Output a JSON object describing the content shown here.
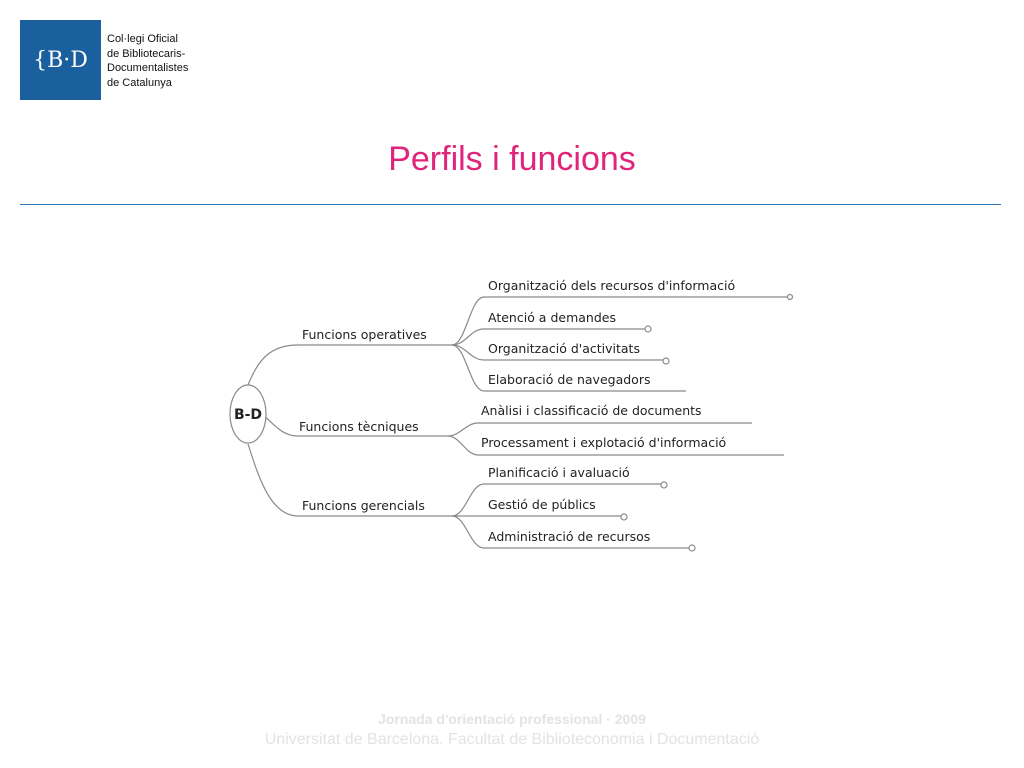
{
  "header": {
    "logo_mark": "{B·D",
    "org_lines": [
      "Col·legi Oficial",
      "de Bibliotecaris-",
      "Documentalistes",
      "de Catalunya"
    ]
  },
  "title": "Perfils i funcions",
  "mindmap": {
    "root": "B-D",
    "groups": [
      {
        "label": "Funcions operatives",
        "items": [
          "Organització dels recursos d'informació",
          "Atenció a demandes",
          "Organització d'activitats",
          "Elaboració de navegadors"
        ]
      },
      {
        "label": "Funcions tècniques",
        "items": [
          "Anàlisi i classificació de documents",
          "Processament i explotació d'informació"
        ]
      },
      {
        "label": "Funcions gerencials",
        "items": [
          "Planificació i avaluació",
          "Gestió de públics",
          "Administració de recursos"
        ]
      }
    ]
  },
  "footer": {
    "line1": "Jornada d'orientació professional · 2009",
    "line2": "Universitat de Barcelona. Facultat de Biblioteconomia i Documentació"
  }
}
